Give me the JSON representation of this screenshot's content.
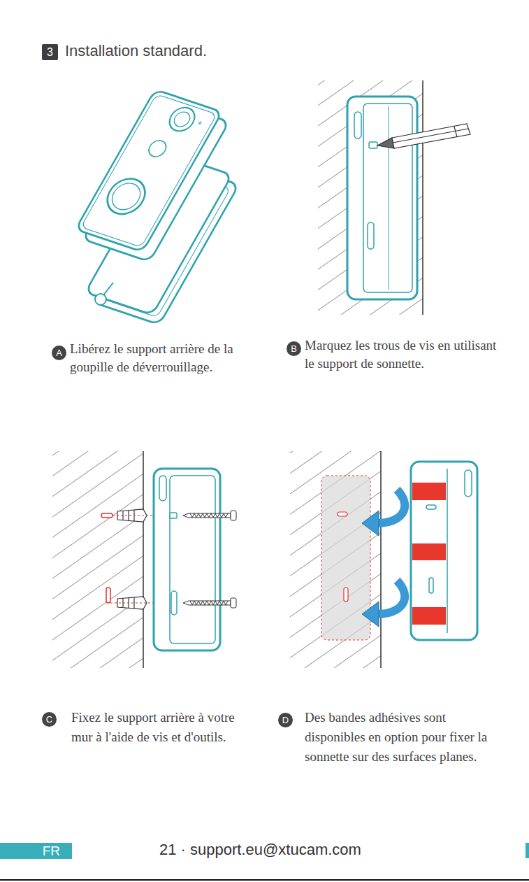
{
  "diagram": {
    "title": "Installation standard.",
    "nodes": [
      {
        "text": [
          "3"
        ]
      },
      {
        "text": [
          "A"
        ]
      },
      {
        "text": [
          "B"
        ]
      },
      {
        "text": [
          "C"
        ]
      },
      {
        "text": [
          "D"
        ]
      },
      {
        "text": [
          "FR"
        ]
      }
    ],
    "labels": [
      "Libérez le support arrière de la goupille de déverrouillage.",
      "Marquez les trous de vis en utilisant le support de sonnette.",
      "Fixez le support arrière à votre mur à l'aide de vis et d'outils.",
      "Des bandes adhésives sont disponibles en option pour fixer la sonnette sur des surfaces planes.",
      "21 · support.eu@xtucam.com"
    ]
  }
}
